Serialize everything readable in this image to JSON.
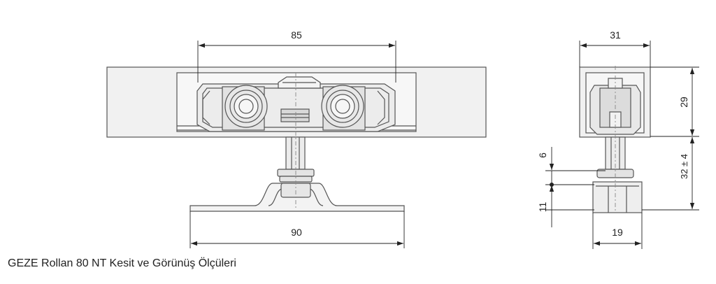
{
  "caption": "GEZE Rollan 80 NT Kesit ve Görünüş Ölçüleri",
  "front_view": {
    "dim_top": "85",
    "dim_bottom": "90"
  },
  "side_view": {
    "dim_width_top": "31",
    "dim_height_right": "29",
    "dim_rod_right": "32 ± 4",
    "dim_left_upper": "6",
    "dim_left_lower": "11",
    "dim_width_bottom": "19"
  },
  "colors": {
    "line": "#555555",
    "body_fill": "#ebebeb",
    "part_fill": "#d6d6d6"
  }
}
